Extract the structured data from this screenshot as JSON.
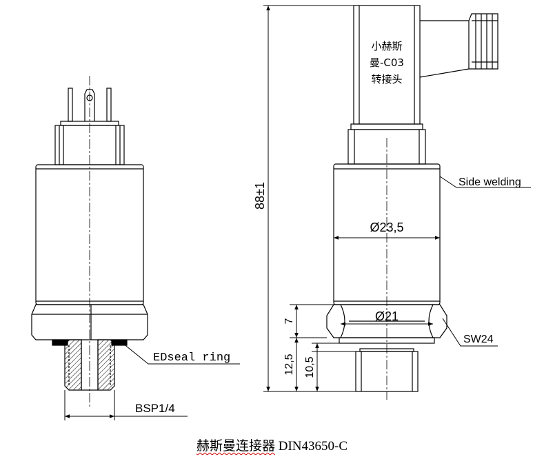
{
  "labels": {
    "connector_line1": "小赫斯",
    "connector_line2": "曼-C03",
    "connector_line3": "转接头",
    "side_welding": "Side welding",
    "dia_body": "Ø23,5",
    "dia_hex": "Ø21",
    "wrench": "SW24",
    "overall_height": "88±1",
    "hex_height": "7",
    "thread_length_outer": "12,5",
    "thread_length_inner": "10,5",
    "seal": "EDseal ring",
    "thread": "BSP1/4"
  },
  "caption": {
    "cjk": "赫斯曼连接器",
    "latin": " DIN43650-C"
  }
}
